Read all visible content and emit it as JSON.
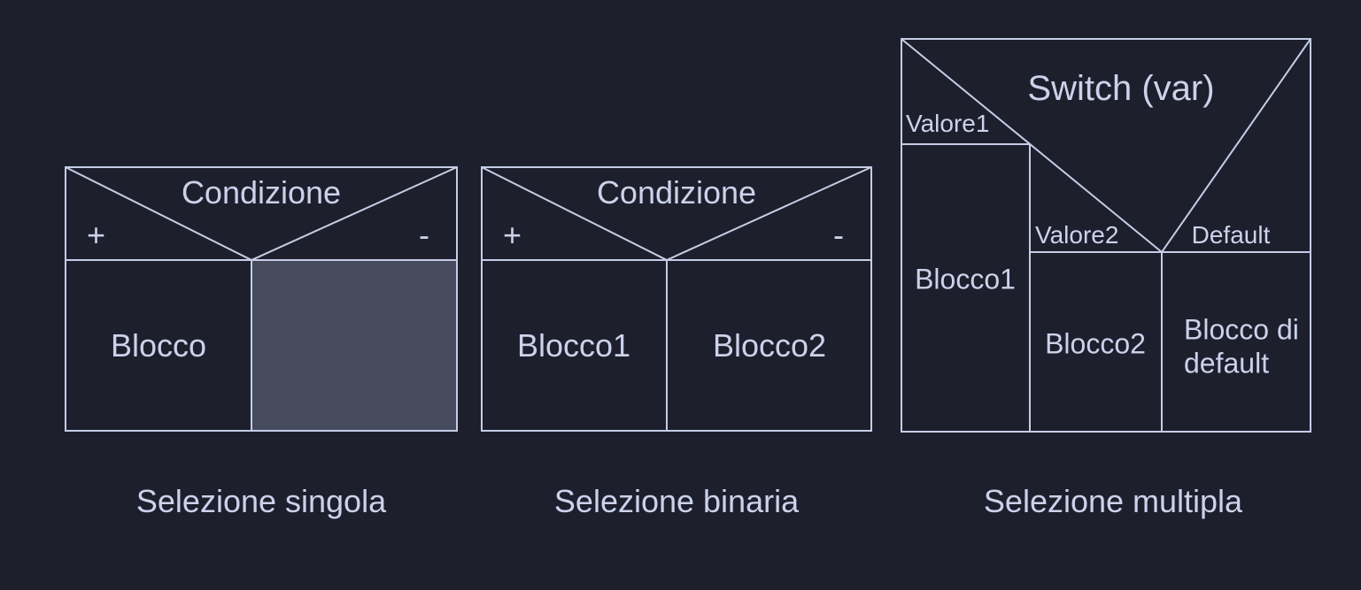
{
  "colors": {
    "bg": "#1e1f2d",
    "line": "#c5cde6",
    "text": "#cbd2ea",
    "skip-cell": "#454a5c"
  },
  "diagrams": {
    "single": {
      "condition_label": "Condizione",
      "true_branch": "+",
      "false_branch": "-",
      "true_block": "Blocco",
      "caption": "Selezione singola"
    },
    "binary": {
      "condition_label": "Condizione",
      "true_branch": "+",
      "false_branch": "-",
      "true_block": "Blocco1",
      "false_block": "Blocco2",
      "caption": "Selezione binaria"
    },
    "multiple": {
      "switch_label": "Switch (var)",
      "case1_value": "Valore1",
      "case2_value": "Valore2",
      "default_value": "Default",
      "case1_block": "Blocco1",
      "case2_block": "Blocco2",
      "default_block": "Blocco di default",
      "caption": "Selezione multipla"
    }
  }
}
